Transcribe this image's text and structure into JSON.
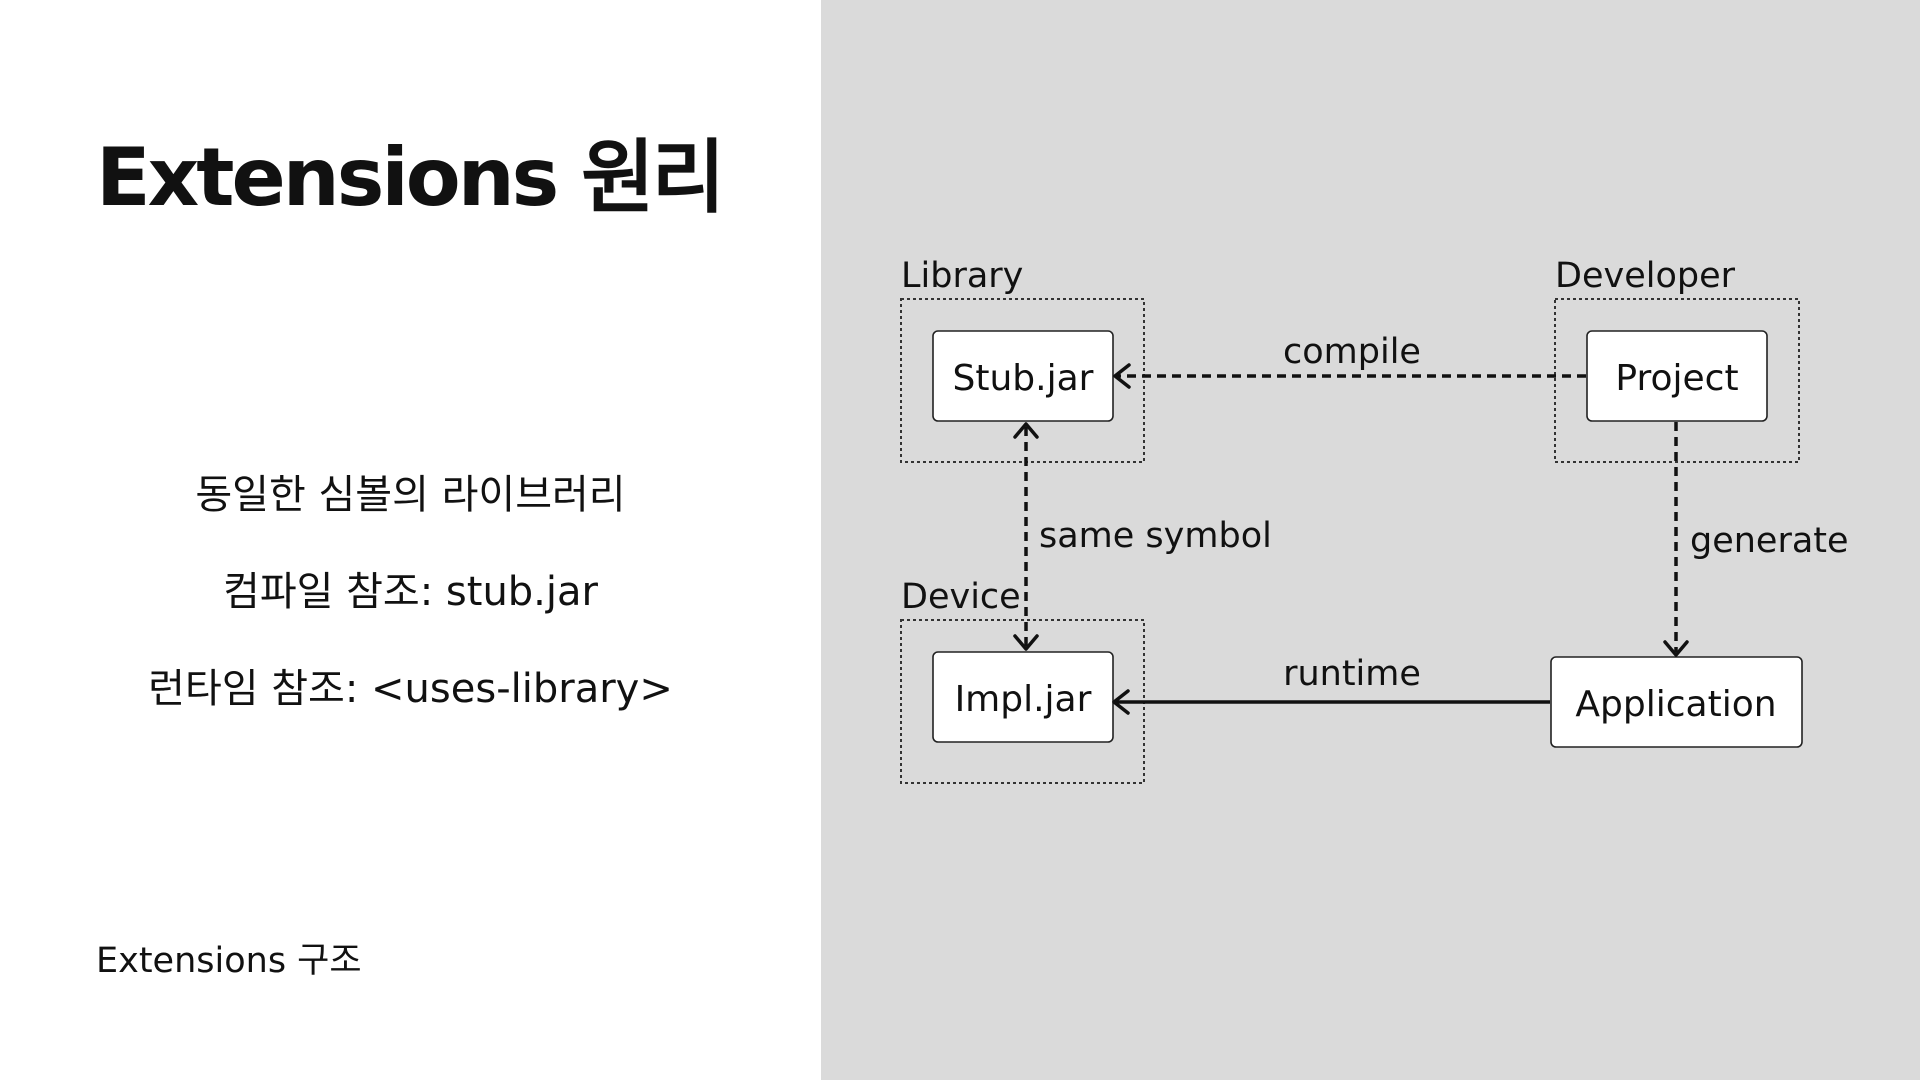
{
  "slide": {
    "title": "Extensions 원리",
    "points": [
      "동일한 심볼의 라이브러리",
      "컴파일 참조: stub.jar",
      "런타임 참조: <uses-library>"
    ],
    "footer": "Extensions 구조"
  },
  "diagram": {
    "groups": {
      "library": "Library",
      "developer": "Developer",
      "device": "Device"
    },
    "nodes": {
      "stub_jar": "Stub.jar",
      "project": "Project",
      "impl_jar": "Impl.jar",
      "application": "Application"
    },
    "edges": {
      "compile": "compile",
      "same_symbol": "same symbol",
      "generate": "generate",
      "runtime": "runtime"
    }
  },
  "colors": {
    "left_background": "#ffffff",
    "right_background": "#dadada",
    "text": "#111111"
  }
}
